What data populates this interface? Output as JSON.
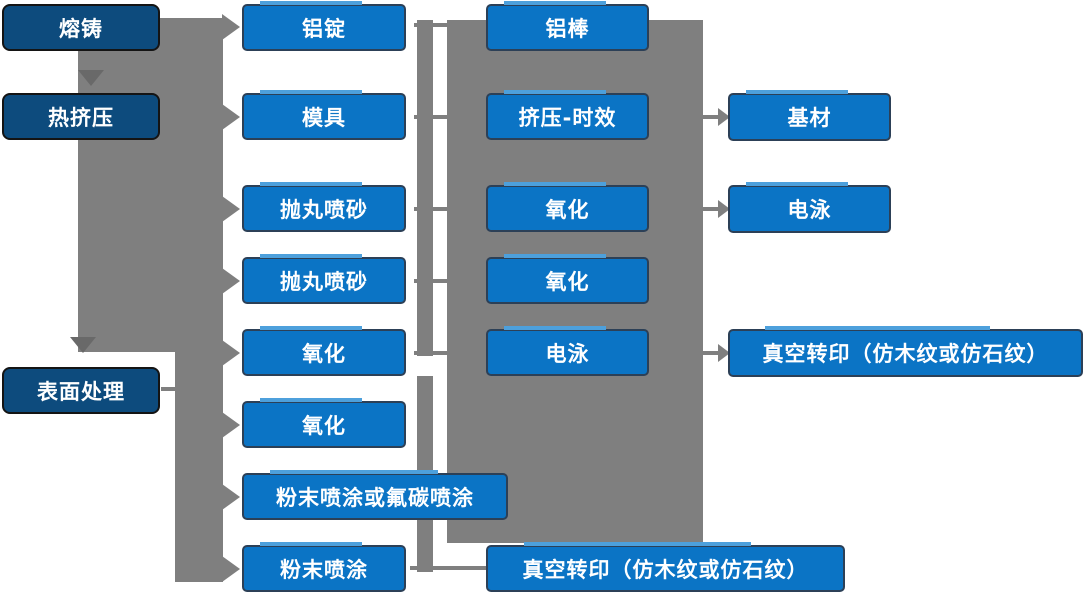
{
  "diagram": {
    "title": "aluminium-profile-process-flowchart",
    "colors": {
      "stage_fill": "#0d4b7d",
      "node_fill": "#0b74c5",
      "node_highlight": "#4da0dc",
      "connector_gray": "#7f7f7f",
      "stage_arrow_gray": "#696969",
      "text": "#ffffff",
      "background": "#ffffff"
    },
    "columns": [
      {
        "name": "stages",
        "items": [
          {
            "label": "熔铸"
          },
          {
            "label": "热挤压"
          },
          {
            "label": "表面处理"
          }
        ]
      },
      {
        "name": "process",
        "items": [
          {
            "label": "铝锭"
          },
          {
            "label": "模具"
          },
          {
            "label": "抛丸喷砂"
          },
          {
            "label": "抛丸喷砂"
          },
          {
            "label": "氧化"
          },
          {
            "label": "氧化"
          },
          {
            "label": "粉末喷涂或氟碳喷涂"
          },
          {
            "label": "粉末喷涂"
          }
        ]
      },
      {
        "name": "treatment",
        "items": [
          {
            "label": "铝棒"
          },
          {
            "label": "挤压-时效"
          },
          {
            "label": "氧化"
          },
          {
            "label": "氧化"
          },
          {
            "label": "电泳"
          },
          {
            "label": "真空转印（仿木纹或仿石纹）"
          }
        ]
      },
      {
        "name": "output",
        "items": [
          {
            "label": "基材"
          },
          {
            "label": "电泳"
          },
          {
            "label": "真空转印（仿木纹或仿石纹）"
          }
        ]
      }
    ]
  }
}
